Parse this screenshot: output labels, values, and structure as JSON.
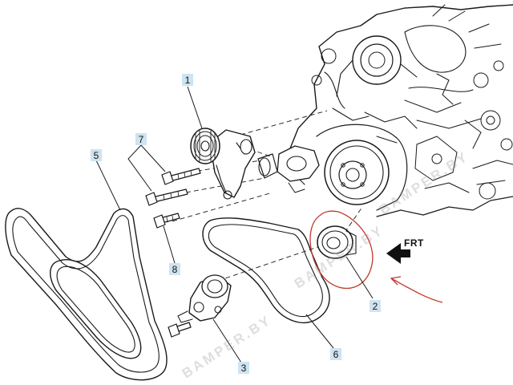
{
  "diagram": {
    "callouts": [
      {
        "id": "1",
        "label": "1"
      },
      {
        "id": "2",
        "label": "2"
      },
      {
        "id": "3",
        "label": "3"
      },
      {
        "id": "5",
        "label": "5"
      },
      {
        "id": "6",
        "label": "6"
      },
      {
        "id": "7",
        "label": "7"
      },
      {
        "id": "8",
        "label": "8"
      }
    ],
    "direction_label": "FRT",
    "watermark": "BAMPER.BY",
    "colors": {
      "line": "#1a1a1a",
      "callout_bg": "#cfe3f1",
      "annotation": "#c0392b"
    }
  }
}
